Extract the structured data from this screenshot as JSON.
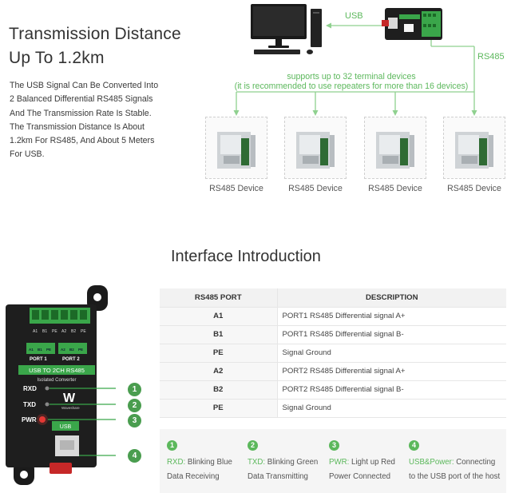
{
  "title_lines": [
    "Transmission Distance",
    "Up To 1.2km"
  ],
  "description_lines": [
    "The USB Signal Can Be Converted Into",
    "2 Balanced Differential RS485 Signals",
    "And The Transmission Rate Is Stable.",
    "The Transmission Distance Is About",
    "1.2km For RS485, And About 5 Meters",
    "For USB."
  ],
  "topology": {
    "usb_label": "USB",
    "rs485_label": "RS485",
    "support_note_lines": [
      "supports up to 32 terminal devices",
      "(it is recommended to use repeaters for more than 16 devices)"
    ],
    "devices": [
      "RS485 Device",
      "RS485 Device",
      "RS485 Device",
      "RS485 Device"
    ]
  },
  "interface": {
    "section_title": "Interface Introduction",
    "board": {
      "brand": "Waveshare",
      "label": "USB TO 2CH RS485",
      "sublabel": "Isolated Converter",
      "port1": "PORT 1",
      "port2": "PORT 2",
      "terminals": [
        "A1",
        "B1",
        "PE",
        "A2",
        "B2",
        "PE"
      ],
      "port_pins": [
        "A1",
        "B1",
        "PE",
        "A2",
        "B2",
        "PE"
      ],
      "leds": [
        "RXD",
        "TXD",
        "PWR"
      ],
      "usb": "USB",
      "markers": [
        "1",
        "2",
        "3",
        "4"
      ]
    },
    "table": {
      "headers": [
        "RS485 PORT",
        "DESCRIPTION"
      ],
      "rows": [
        {
          "port": "A1",
          "desc": "PORT1 RS485 Differential signal A+"
        },
        {
          "port": "B1",
          "desc": "PORT1 RS485 Differential signal B-"
        },
        {
          "port": "PE",
          "desc": "Signal Ground"
        },
        {
          "port": "A2",
          "desc": "PORT2 RS485 Differential signal A+"
        },
        {
          "port": "B2",
          "desc": "PORT2 RS485 Differential signal B-"
        },
        {
          "port": "PE",
          "desc": "Signal Ground"
        }
      ]
    },
    "legend": [
      {
        "num": "1",
        "key": "RXD:",
        "line1": "Blinking Blue",
        "line2": "Data Receiving"
      },
      {
        "num": "2",
        "key": "TXD:",
        "line1": "Blinking Green",
        "line2": "Data Transmitting"
      },
      {
        "num": "3",
        "key": "PWR:",
        "line1": "Light up Red",
        "line2": "Power Connected"
      },
      {
        "num": "4",
        "key": "USB&Power:",
        "line1": "Connecting",
        "line2": "to the USB port of the host"
      }
    ]
  },
  "colors": {
    "accent_green": "#5cb85c",
    "board_black": "#1e1e1e",
    "terminal_green": "#3aa64a",
    "led_red": "#e53935"
  }
}
